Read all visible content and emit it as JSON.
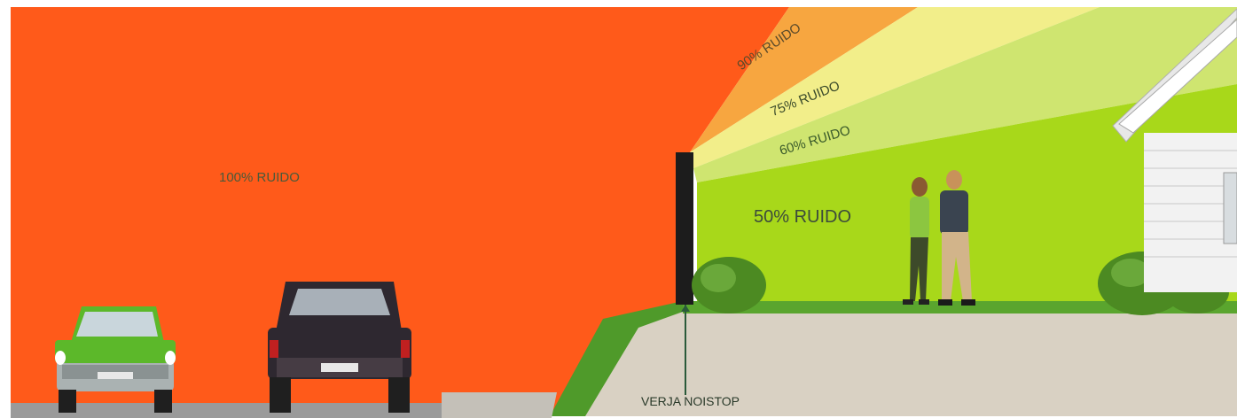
{
  "labels": {
    "noise_100": "100% RUIDO",
    "noise_90": "90% RUIDO",
    "noise_75": "75% RUIDO",
    "noise_60": "60% RUIDO",
    "noise_50": "50% RUIDO",
    "fence": "VERJA NOISTOP"
  },
  "colors": {
    "noise_100": "#ff5a1a",
    "noise_90": "#f7a640",
    "noise_75": "#f2ee8a",
    "noise_60": "#cfe570",
    "noise_50": "#a8d81a",
    "fence": "#1c1c1c",
    "grass": "#4f9a2a",
    "pavement": "#d9d1c3",
    "road": "#9a9a9a"
  },
  "icons": [
    "green-car-icon",
    "black-pickup-icon",
    "fence-icon",
    "woman-icon",
    "man-icon",
    "house-icon",
    "bush-icon"
  ]
}
